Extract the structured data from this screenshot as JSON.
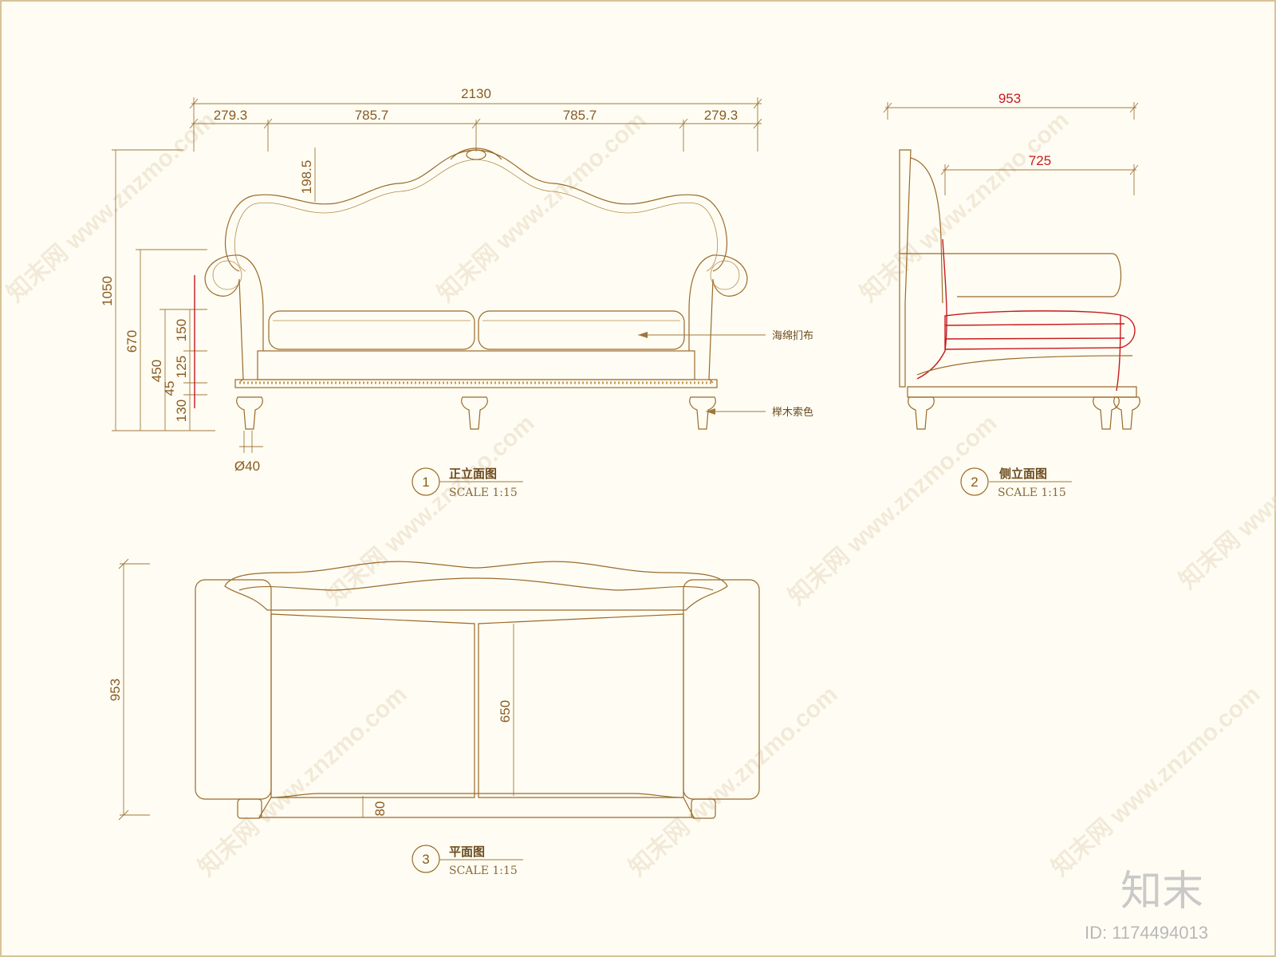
{
  "front_view": {
    "overall_width": "2130",
    "segments": [
      "279.3",
      "785.7",
      "785.7",
      "279.3"
    ],
    "crest_height": "198.5",
    "heights": {
      "total": "1050",
      "arm": "670",
      "seat": "450",
      "cushion": "150",
      "seat_frame": "125",
      "base": "45",
      "leg": "130"
    },
    "leg_diameter": "Ø40",
    "label_sponge": "海绵扪布",
    "label_wood": "榉木索色",
    "title_num": "1",
    "title": "正立面图",
    "scale": "SCALE 1:15"
  },
  "side_view": {
    "depth": "953",
    "seat_depth": "725",
    "title_num": "2",
    "title": "侧立面图",
    "scale": "SCALE 1:15"
  },
  "plan_view": {
    "depth": "953",
    "seat_depth": "650",
    "front_gap": "80",
    "title_num": "3",
    "title": "平面图",
    "scale": "SCALE 1:15"
  },
  "watermark": {
    "text": "知末网 www.znzmo.com",
    "logo": "知末",
    "id": "ID: 1174494013"
  },
  "colors": {
    "line": "#9a6a2a",
    "red_line": "#c8191f",
    "background": "#fffdf3"
  }
}
